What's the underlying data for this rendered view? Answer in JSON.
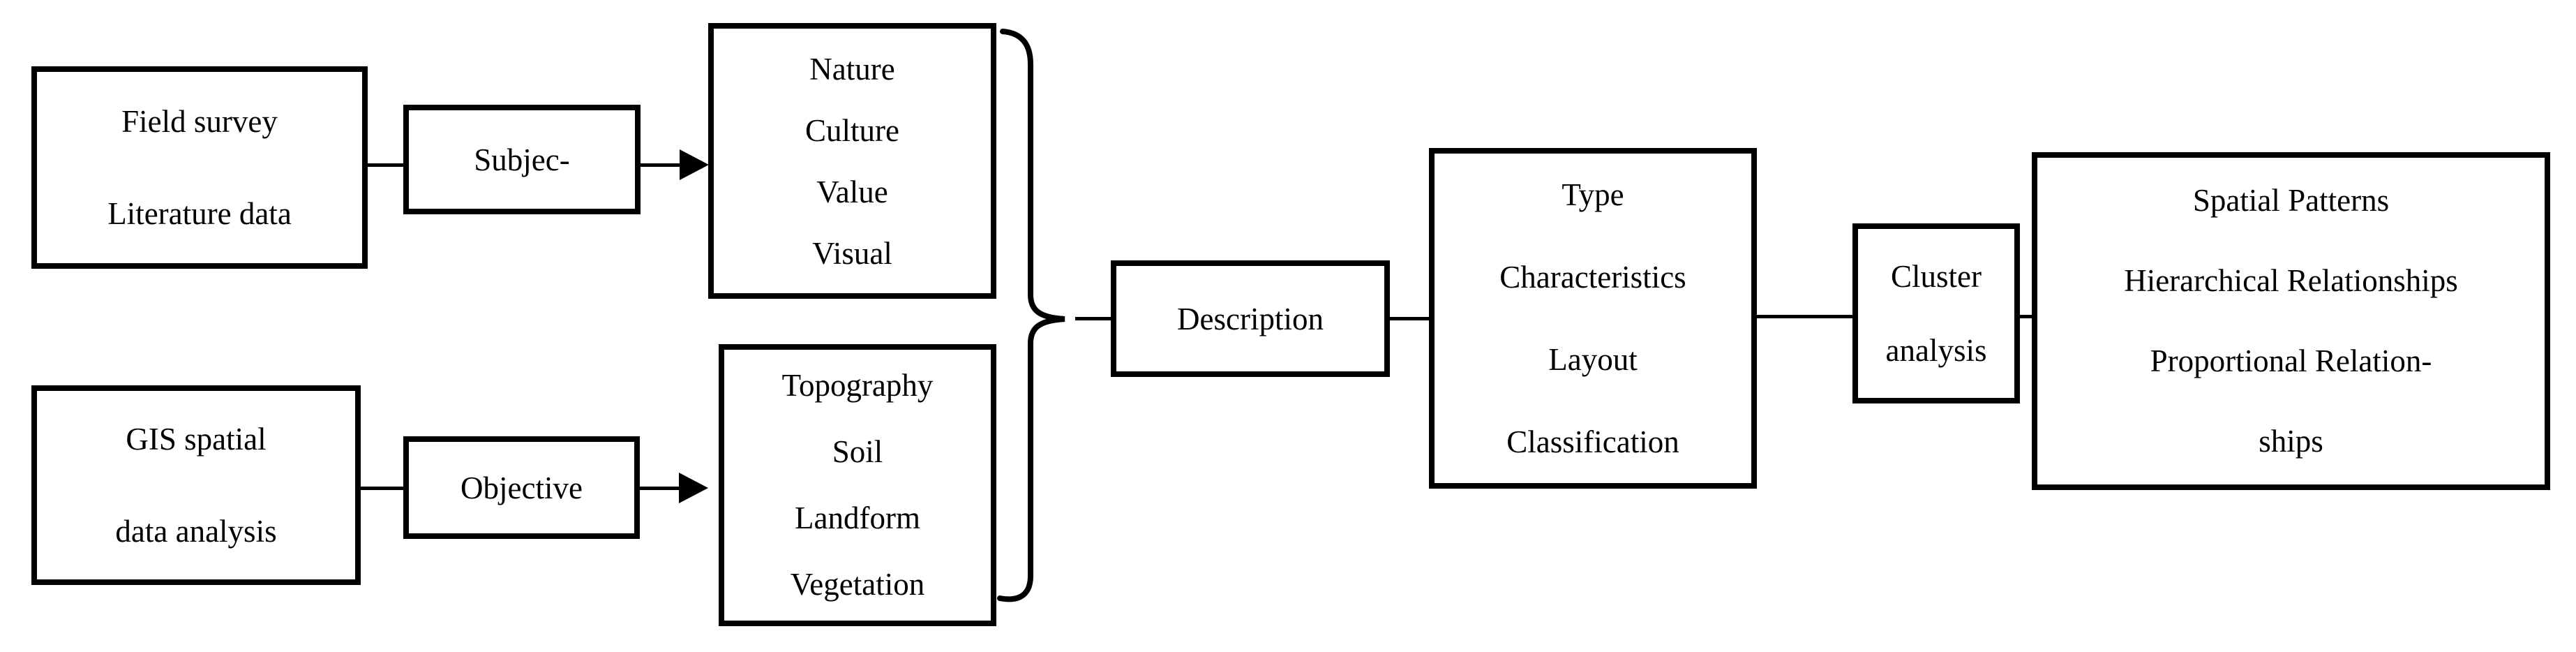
{
  "figure": {
    "background": "#ffffff",
    "stroke_color": "#000000",
    "text_color": "#000000"
  },
  "nodes": [
    {
      "id": "field-survey",
      "lines": [
        "Field survey",
        "Literature data"
      ]
    },
    {
      "id": "subjective-label",
      "lines": [
        "Subjec-"
      ]
    },
    {
      "id": "subjective-factors",
      "lines": [
        "Nature",
        "Culture",
        "Value",
        "Visual"
      ]
    },
    {
      "id": "gis-spatial",
      "lines": [
        "GIS spatial",
        "data analysis"
      ]
    },
    {
      "id": "objective-label",
      "lines": [
        "Objective"
      ]
    },
    {
      "id": "objective-factors",
      "lines": [
        "Topography",
        "Soil",
        "Landform",
        "Vegetation"
      ]
    },
    {
      "id": "description",
      "lines": [
        "Description"
      ]
    },
    {
      "id": "type-characteristics",
      "lines": [
        "Type",
        "Characteristics",
        "Layout",
        "Classification"
      ]
    },
    {
      "id": "cluster-analysis",
      "lines": [
        "Cluster",
        "analysis"
      ]
    },
    {
      "id": "results",
      "lines": [
        "Spatial Patterns",
        "Hierarchical Relationships",
        "Proportional Relation-",
        "ships"
      ]
    }
  ]
}
